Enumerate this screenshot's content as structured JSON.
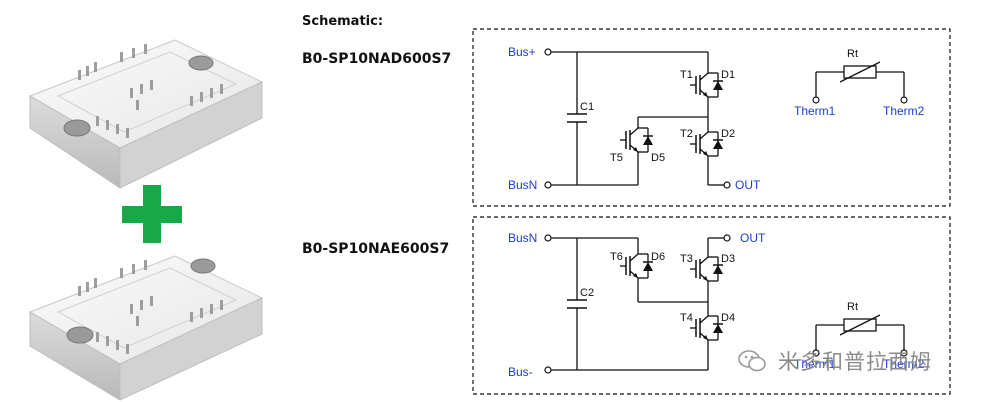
{
  "header": {
    "schematic_label": "Schematic:"
  },
  "modules": [
    {
      "part_number": "B0-SP10NAD600S7"
    },
    {
      "part_number": "B0-SP10NAE600S7"
    }
  ],
  "plus_sign": {
    "color": "#18a84a"
  },
  "schematic_top": {
    "nodes": [
      "Bus+",
      "BusN",
      "OUT",
      "Therm1",
      "Therm2"
    ],
    "capacitor": "C1",
    "thermistor": "Rt",
    "transistors": [
      "T1",
      "T2",
      "T5"
    ],
    "diodes": [
      "D1",
      "D2",
      "D5"
    ]
  },
  "schematic_bottom": {
    "nodes": [
      "BusN",
      "OUT",
      "Bus-",
      "Therm1",
      "Therm2"
    ],
    "capacitor": "C2",
    "thermistor": "Rt",
    "transistors": [
      "T6",
      "T3",
      "T4"
    ],
    "diodes": [
      "D6",
      "D3",
      "D4"
    ]
  },
  "watermark": {
    "text": "米多和普拉西姆"
  },
  "colors": {
    "node_label": "#1a3fd0",
    "wire": "#111111",
    "plus": "#18a84a"
  }
}
